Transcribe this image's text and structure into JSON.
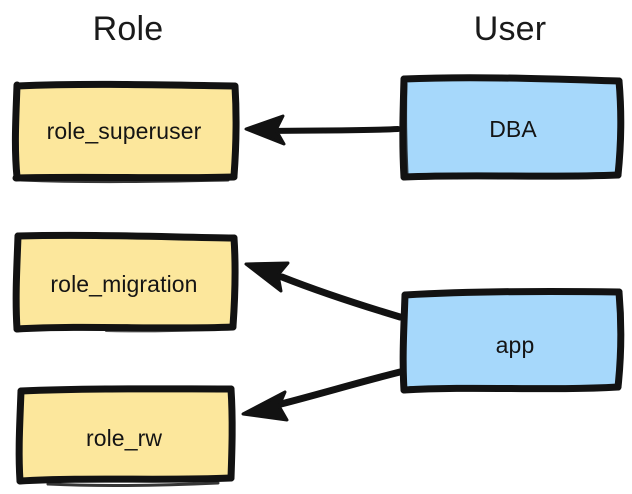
{
  "diagram": {
    "title_role": "Role",
    "title_user": "User",
    "colors": {
      "role_fill": "#fce79c",
      "user_fill": "#a6d8fb",
      "stroke": "#121212",
      "text": "#141414",
      "background": "#ffffff"
    },
    "roles": [
      {
        "id": "role_superuser",
        "label": "role_superuser"
      },
      {
        "id": "role_migration",
        "label": "role_migration"
      },
      {
        "id": "role_rw",
        "label": "role_rw"
      }
    ],
    "users": [
      {
        "id": "dba",
        "label": "DBA"
      },
      {
        "id": "app",
        "label": "app"
      }
    ],
    "edges": [
      {
        "from": "dba",
        "to": "role_superuser",
        "direction": "right-to-left",
        "style": "straight"
      },
      {
        "from": "app",
        "to": "role_migration",
        "direction": "right-to-left",
        "style": "diagonal-up"
      },
      {
        "from": "app",
        "to": "role_rw",
        "direction": "right-to-left",
        "style": "diagonal-down"
      }
    ]
  }
}
